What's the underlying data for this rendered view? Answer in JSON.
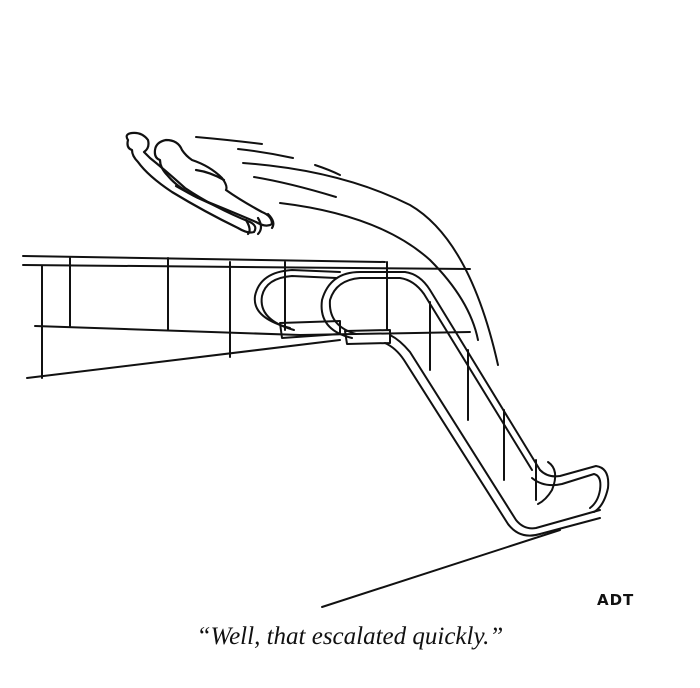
{
  "cartoon": {
    "caption": "“Well, that escalated quickly.”",
    "signature": "ADT",
    "colors": {
      "ink": "#111111",
      "background": "#ffffff"
    },
    "scene": {
      "figures": 2,
      "motion_lines": 6,
      "objects": [
        "escalator",
        "mezzanine-railing",
        "flying-people"
      ]
    }
  }
}
